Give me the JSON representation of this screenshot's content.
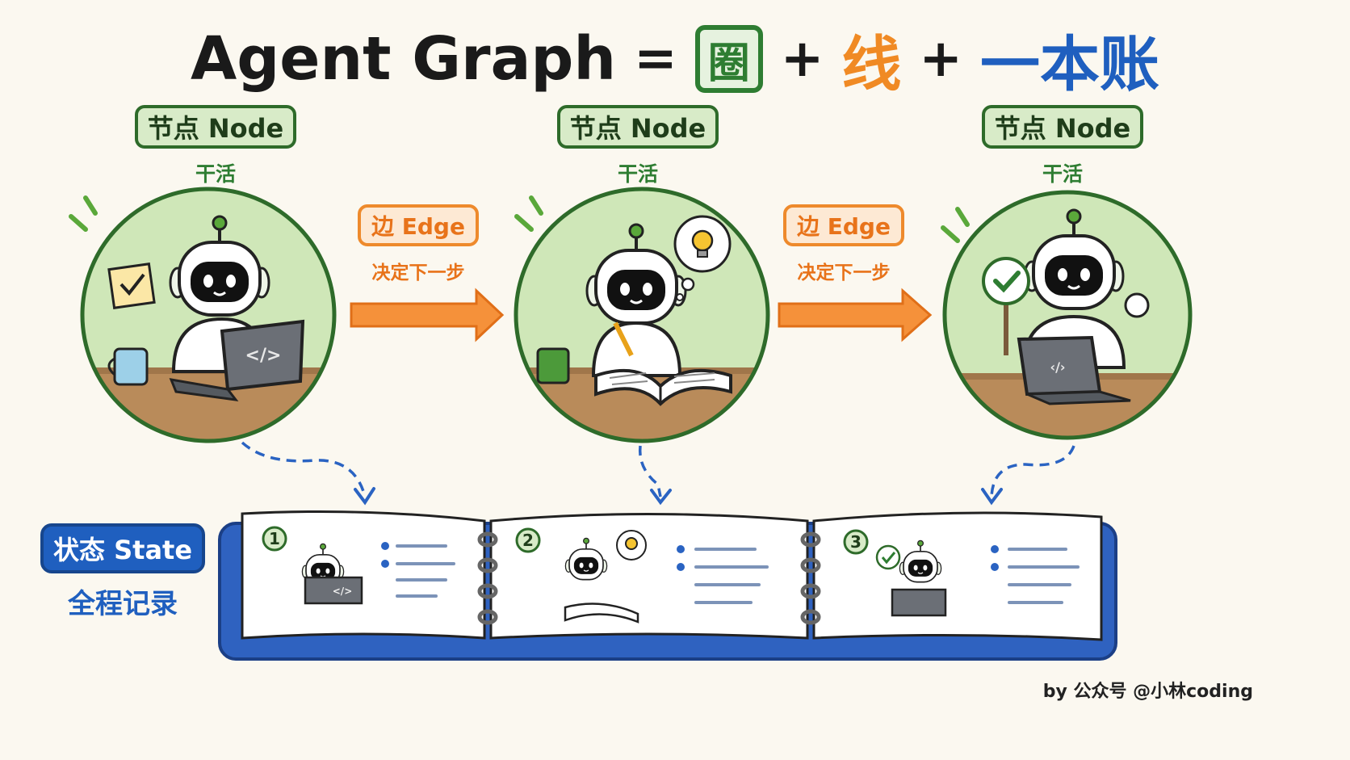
{
  "title": {
    "main": "Agent Graph",
    "equals": "=",
    "quan": "圈",
    "plus1": "+",
    "xian": "线",
    "plus2": "+",
    "yiben": "一本账"
  },
  "nodes": [
    {
      "label": "节点 Node",
      "sub": "干活"
    },
    {
      "label": "节点 Node",
      "sub": "干活"
    },
    {
      "label": "节点 Node",
      "sub": "干活"
    }
  ],
  "edges": [
    {
      "label": "边 Edge",
      "sub": "决定下一步"
    },
    {
      "label": "边 Edge",
      "sub": "决定下一步"
    }
  ],
  "screen_code": [
    "</>",
    "</>",
    "‹/›"
  ],
  "pages": [
    {
      "num": "1",
      "mini_code": "</>"
    },
    {
      "num": "2"
    },
    {
      "num": "3"
    }
  ],
  "state": {
    "label": "状态 State",
    "sub": "全程记录"
  },
  "credit": "by 公众号 @小林coding",
  "colors": {
    "green": "#2e7d32",
    "orange": "#f08a24",
    "blue": "#1f5fbf",
    "circle_fill": "#cfe7b8",
    "background": "#fbf8f0"
  }
}
